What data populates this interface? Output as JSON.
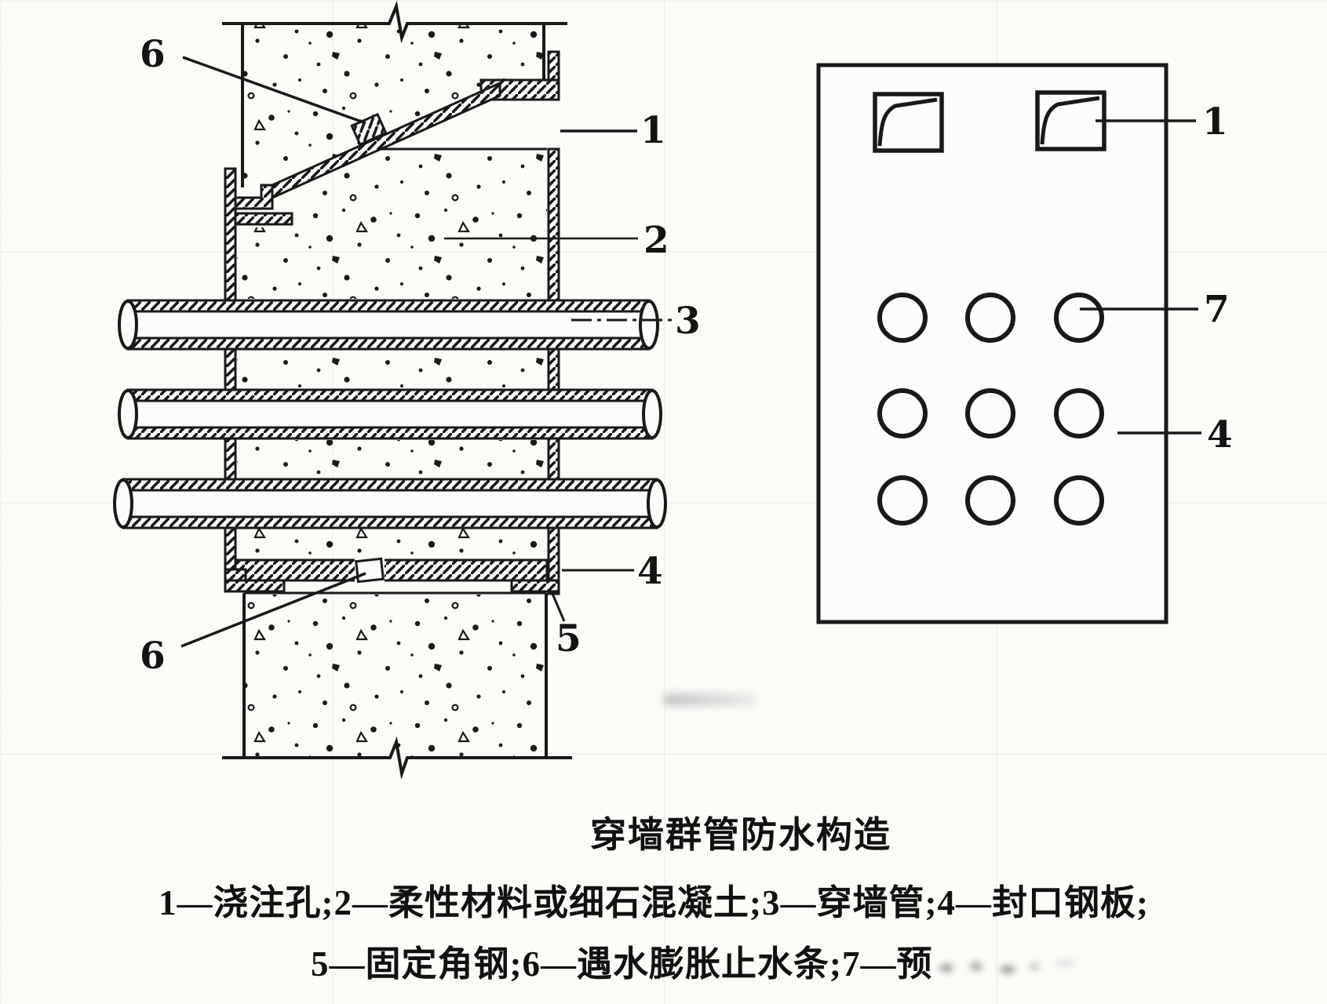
{
  "figure": {
    "title": "穿墙群管防水构造",
    "legend_line_1": "1—浇注孔;2—柔性材料或细石混凝土;3—穿墙管;4—封口钢板;",
    "legend_line_2": "5—固定角钢;6—遇水膨胀止水条;7—预",
    "legend_line_2_erased_tail": true,
    "legend_items": [
      {
        "number": "1",
        "label": "浇注孔"
      },
      {
        "number": "2",
        "label": "柔性材料或细石混凝土"
      },
      {
        "number": "3",
        "label": "穿墙管"
      },
      {
        "number": "4",
        "label": "封口钢板"
      },
      {
        "number": "5",
        "label": "固定角钢"
      },
      {
        "number": "6",
        "label": "遇水膨胀止水条"
      },
      {
        "number": "7",
        "label": "预"
      }
    ]
  },
  "section_view": {
    "callouts": [
      "6",
      "1",
      "2",
      "3",
      "4",
      "5",
      "6"
    ],
    "pipe_count": 3
  },
  "front_view": {
    "callouts": [
      "1",
      "7",
      "4"
    ],
    "pour_hole_count": 2,
    "pipe_hole_rows": 3,
    "pipe_hole_cols": 3
  },
  "colors": {
    "ink": "#191919",
    "paper": "#fbfbf8"
  }
}
